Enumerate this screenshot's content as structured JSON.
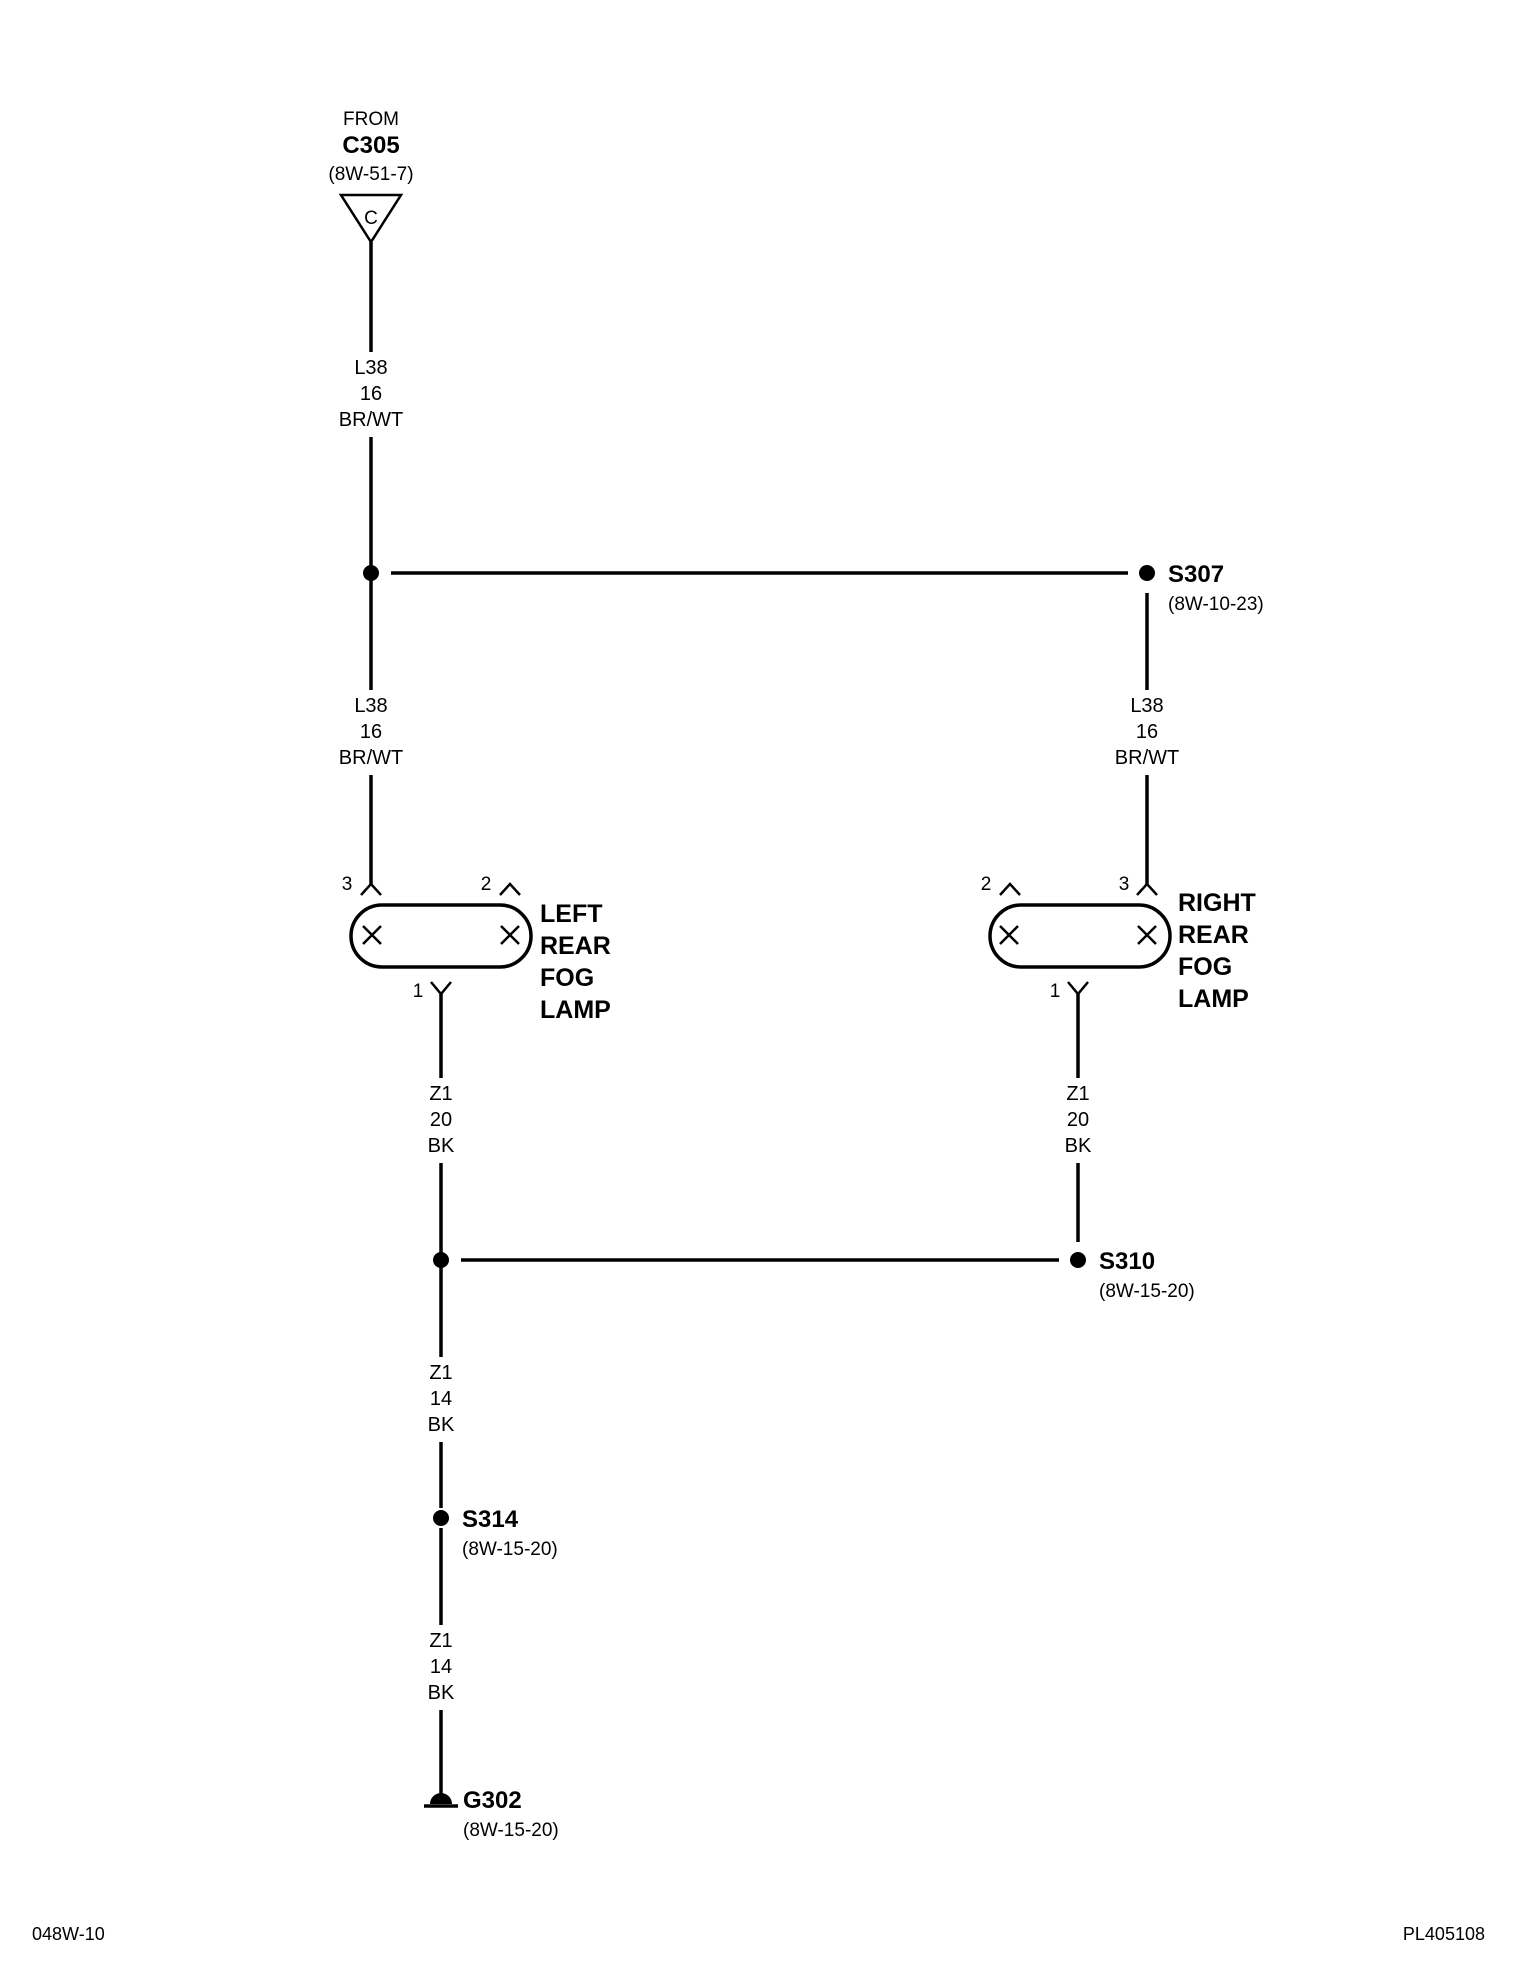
{
  "source": {
    "from_label": "FROM",
    "connector": "C305",
    "ref": "(8W-51-7)",
    "cavity": "C"
  },
  "wires": {
    "top": {
      "circuit": "L38",
      "gauge": "16",
      "color": "BR/WT"
    },
    "left_upper": {
      "circuit": "L38",
      "gauge": "16",
      "color": "BR/WT"
    },
    "right_upper": {
      "circuit": "L38",
      "gauge": "16",
      "color": "BR/WT"
    },
    "left_lower": {
      "circuit": "Z1",
      "gauge": "20",
      "color": "BK"
    },
    "right_lower": {
      "circuit": "Z1",
      "gauge": "20",
      "color": "BK"
    },
    "ground_upper": {
      "circuit": "Z1",
      "gauge": "14",
      "color": "BK"
    },
    "ground_lower": {
      "circuit": "Z1",
      "gauge": "14",
      "color": "BK"
    }
  },
  "splices": {
    "s307": {
      "id": "S307",
      "ref": "(8W-10-23)"
    },
    "s310": {
      "id": "S310",
      "ref": "(8W-15-20)"
    },
    "s314": {
      "id": "S314",
      "ref": "(8W-15-20)"
    }
  },
  "ground": {
    "id": "G302",
    "ref": "(8W-15-20)"
  },
  "left_lamp": {
    "name_lines": [
      "LEFT",
      "REAR",
      "FOG",
      "LAMP"
    ],
    "pin_feed": "3",
    "pin_spare": "2",
    "pin_ground": "1"
  },
  "right_lamp": {
    "name_lines": [
      "RIGHT",
      "REAR",
      "FOG",
      "LAMP"
    ],
    "pin_feed": "3",
    "pin_spare": "2",
    "pin_ground": "1"
  },
  "footer": {
    "left_code": "048W-10",
    "right_code": "PL405108"
  }
}
